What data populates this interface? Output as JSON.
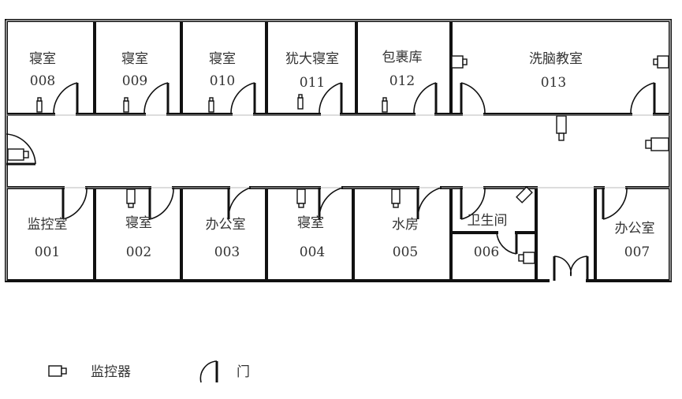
{
  "rooms": [
    {
      "name": "寝室",
      "number": "008"
    },
    {
      "name": "寝室",
      "number": "009"
    },
    {
      "name": "寝室",
      "number": "010"
    },
    {
      "name": "犹大寝室",
      "number": "011"
    },
    {
      "name": "包裹库",
      "number": "012"
    },
    {
      "name": "洗脑教室",
      "number": "013"
    },
    {
      "name": "监控室",
      "number": "001"
    },
    {
      "name": "寝室",
      "number": "002"
    },
    {
      "name": "办公室",
      "number": "003"
    },
    {
      "name": "寝室",
      "number": "004"
    },
    {
      "name": "水房",
      "number": "005"
    },
    {
      "name": "卫生间",
      "number": "006"
    },
    {
      "name": "办公室",
      "number": "007"
    }
  ],
  "legend": {
    "camera_label": "监控器",
    "door_label": "门",
    "camera_icon": "camera-icon",
    "door_icon": "door-icon"
  }
}
